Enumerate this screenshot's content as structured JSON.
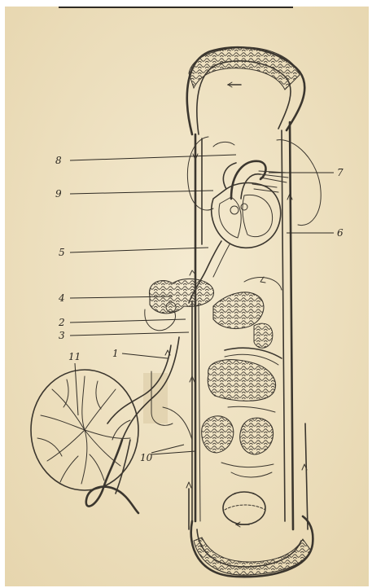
{
  "figure": {
    "colors": {
      "paper": "#f1e5c6",
      "ink": "#3b362e",
      "shade": "#d9c9a3"
    },
    "labels": [
      {
        "id": "l1",
        "text": "1"
      },
      {
        "id": "l2",
        "text": "2"
      },
      {
        "id": "l3",
        "text": "3"
      },
      {
        "id": "l4",
        "text": "4"
      },
      {
        "id": "l5",
        "text": "5"
      },
      {
        "id": "l6",
        "text": "6"
      },
      {
        "id": "l7",
        "text": "7"
      },
      {
        "id": "l8",
        "text": "8"
      },
      {
        "id": "l9",
        "text": "9"
      },
      {
        "id": "l10",
        "text": "10"
      },
      {
        "id": "l11",
        "text": "11"
      }
    ]
  }
}
